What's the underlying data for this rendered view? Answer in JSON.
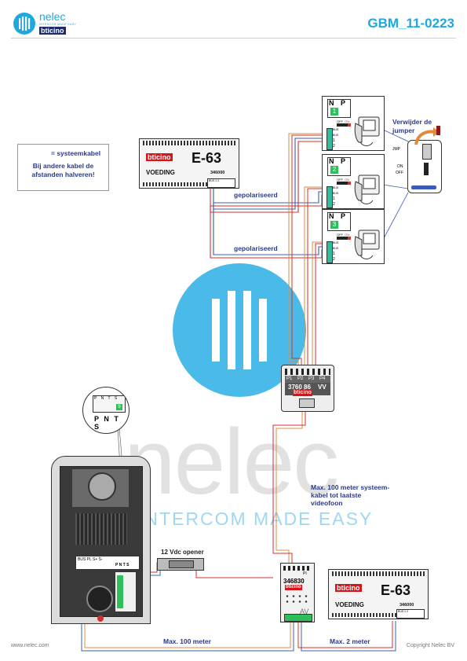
{
  "header": {
    "logo_name": "nelec",
    "logo_tagline": "INTERCOM MADE EASY",
    "logo_brand": "bticino",
    "code": "GBM_11-0223"
  },
  "legend": {
    "cable_label": "= systeemkabel",
    "note": "Bij andere kabel de afstanden halveren!"
  },
  "power_supply_top": {
    "brand": "bticino",
    "model": "E-63",
    "name": "VOEDING",
    "part": "346000",
    "terminals": "BUS 1 2"
  },
  "power_supply_bottom": {
    "brand": "bticino",
    "model": "E-63",
    "name": "VOEDING",
    "part": "346000",
    "terminals": "BUS 1 2"
  },
  "cable_labels": {
    "polarized_1": "gepolariseerd",
    "polarized_2": "gepolariseerd",
    "max_100_system": "Max. 100 meter systeem-kabel tot laatste videofoon",
    "max_100": "Max. 100 meter",
    "max_2": "Max. 2 meter"
  },
  "jumper_note": {
    "title": "Verwijder de jumper",
    "jmp": "JMP",
    "on": "ON",
    "off": "OFF"
  },
  "monitors": [
    {
      "n": "N",
      "p": "P",
      "num": "1",
      "off": "OFF",
      "on": "ON",
      "t1": "BUS",
      "t2": "BUS",
      "t3": "1",
      "t4": "2"
    },
    {
      "n": "N",
      "p": "P",
      "num": "2",
      "off": "OFF",
      "on": "ON",
      "t1": "BUS",
      "t2": "BUS",
      "t3": "1",
      "t4": "2"
    },
    {
      "n": "N",
      "p": "P",
      "num": "3",
      "off": "OFF",
      "on": "ON",
      "t1": "BUS",
      "t2": "BUS",
      "t3": "1",
      "t4": "2"
    }
  ],
  "distributor": {
    "ports": [
      "P1",
      "P2",
      "P3",
      "P4"
    ],
    "model": "3760 86",
    "suffix": "VV",
    "brand": "bticino"
  },
  "interface": {
    "port": "PI",
    "model": "346830",
    "brand": "bticino",
    "mode": "AV"
  },
  "panel_zoom": {
    "top_labels": "P N T S",
    "num": "9",
    "bottom_labels": "P N T S"
  },
  "door_panel": {
    "terminal_labels": "BUS PL S+ S-",
    "pnts": "P N T S"
  },
  "opener": {
    "label": "12 Vdc opener"
  },
  "watermark": {
    "name": "nelec",
    "tagline": "INTERCOM MADE EASY"
  },
  "footer": {
    "website": "www.nelec.com",
    "copyright": "Copyright Nelec BV"
  },
  "colors": {
    "brand_blue": "#1ba9e0",
    "label_blue": "#2a3a8c",
    "cable_red": "#d0312d",
    "cable_blue": "#3b5bb8",
    "cable_orange": "#e08a3c",
    "terminal_green": "#2fbf5a",
    "bticino_red": "#d7141a"
  }
}
